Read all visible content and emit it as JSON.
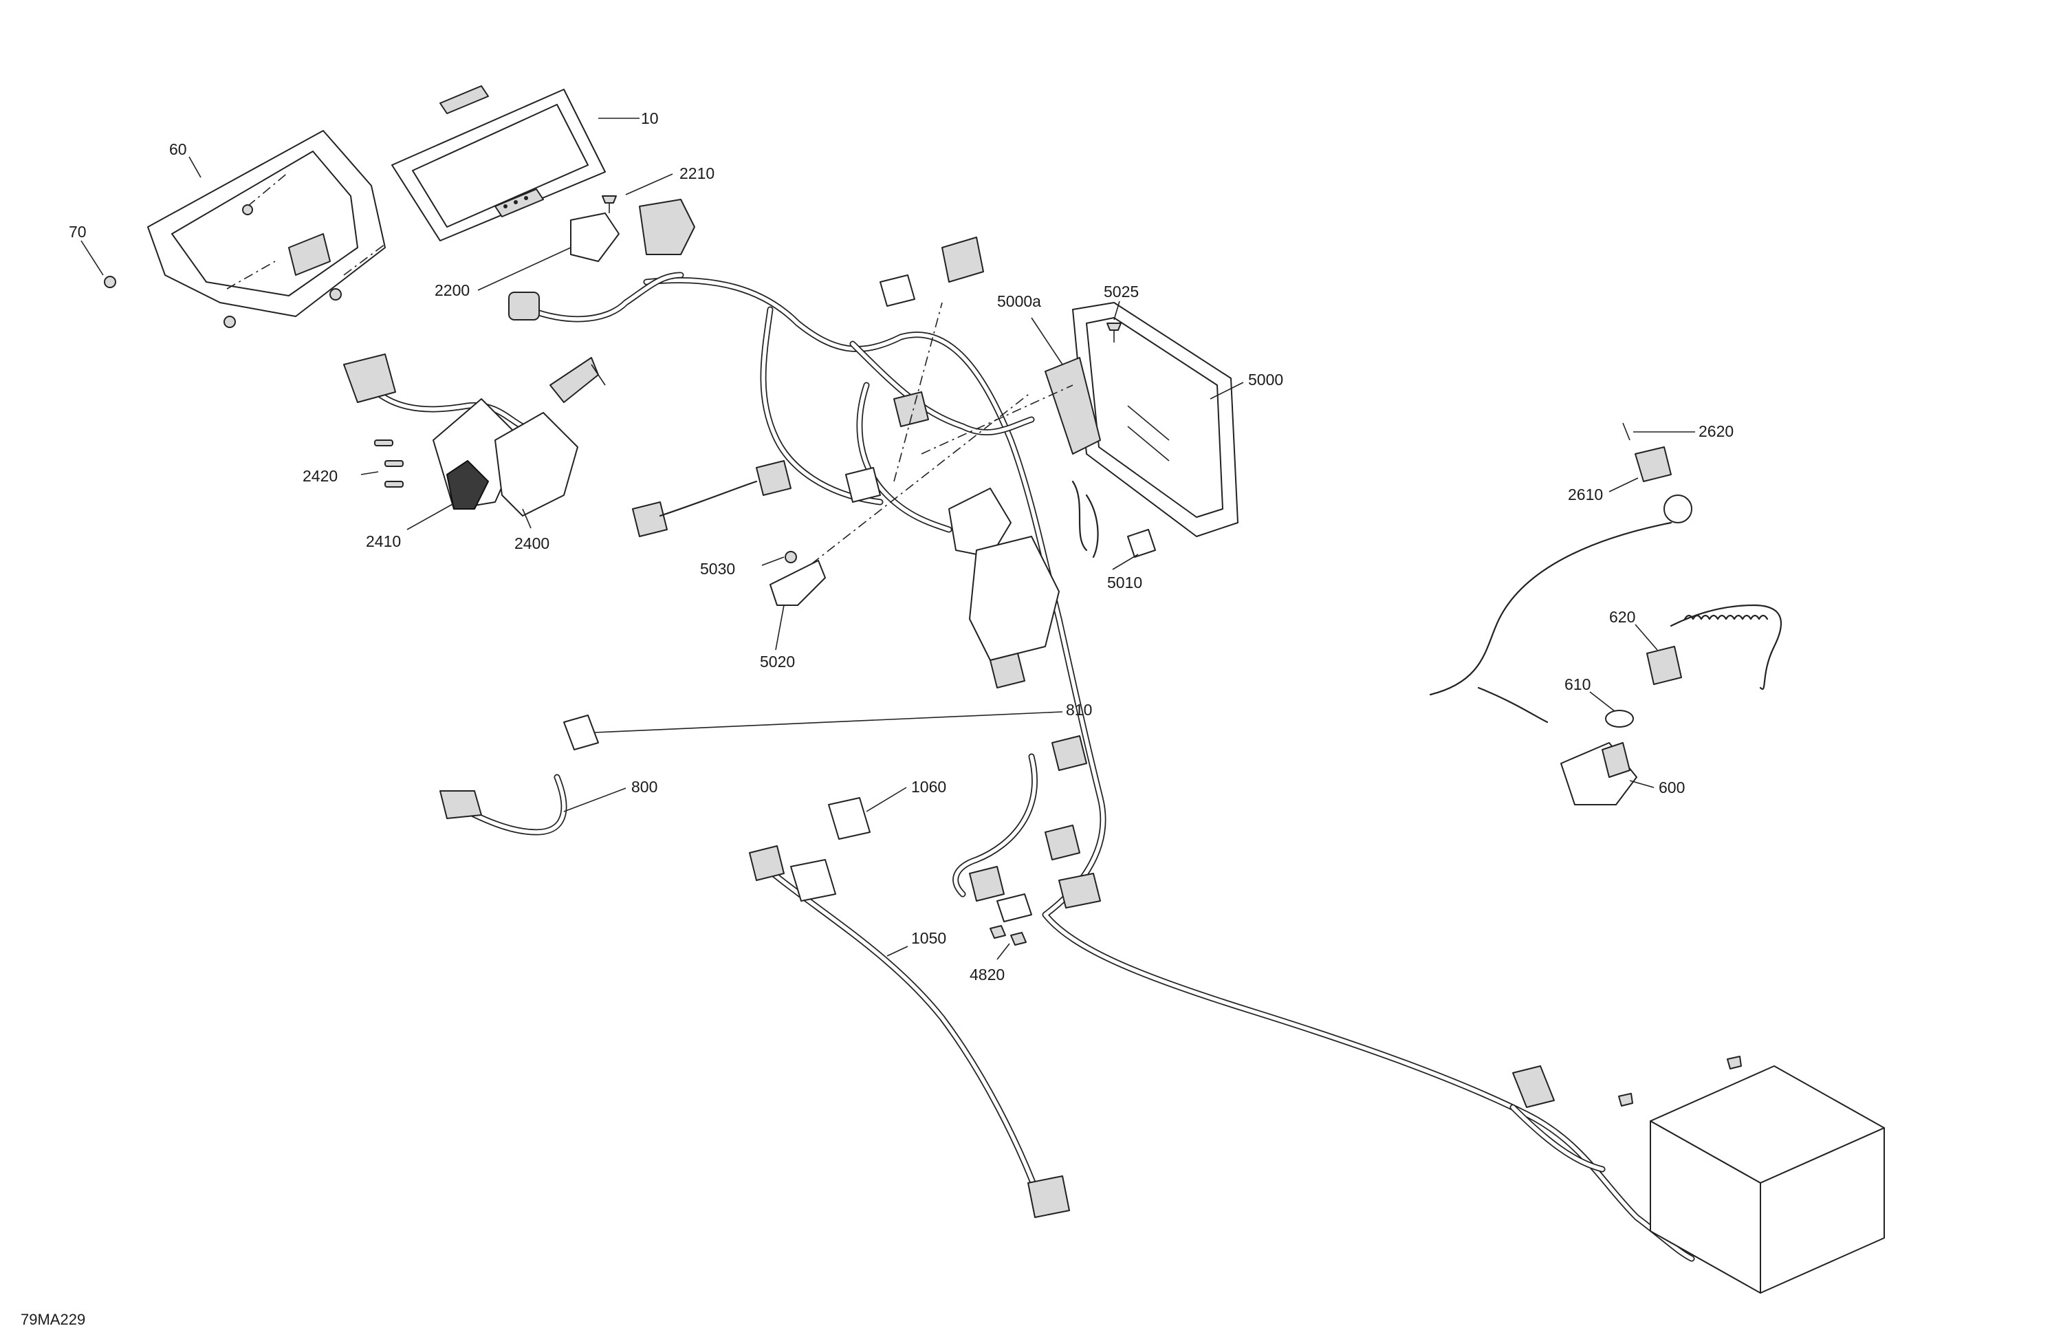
{
  "diagram": {
    "reference_code": "79MA229",
    "callouts": [
      {
        "id": "c10",
        "label": "10"
      },
      {
        "id": "c60",
        "label": "60"
      },
      {
        "id": "c70",
        "label": "70"
      },
      {
        "id": "c2210",
        "label": "2210"
      },
      {
        "id": "c2200",
        "label": "2200"
      },
      {
        "id": "c5025",
        "label": "5025"
      },
      {
        "id": "c5000a",
        "label": "5000a"
      },
      {
        "id": "c5000",
        "label": "5000"
      },
      {
        "id": "c2620",
        "label": "2620"
      },
      {
        "id": "c2610",
        "label": "2610"
      },
      {
        "id": "c2420",
        "label": "2420"
      },
      {
        "id": "c2410",
        "label": "2410"
      },
      {
        "id": "c2400",
        "label": "2400"
      },
      {
        "id": "c5030",
        "label": "5030"
      },
      {
        "id": "c5010",
        "label": "5010"
      },
      {
        "id": "c5020",
        "label": "5020"
      },
      {
        "id": "c620",
        "label": "620"
      },
      {
        "id": "c610",
        "label": "610"
      },
      {
        "id": "c600",
        "label": "600"
      },
      {
        "id": "c810",
        "label": "810"
      },
      {
        "id": "c800",
        "label": "800"
      },
      {
        "id": "c1060",
        "label": "1060"
      },
      {
        "id": "c1050",
        "label": "1050"
      },
      {
        "id": "c4820",
        "label": "4820"
      }
    ]
  }
}
